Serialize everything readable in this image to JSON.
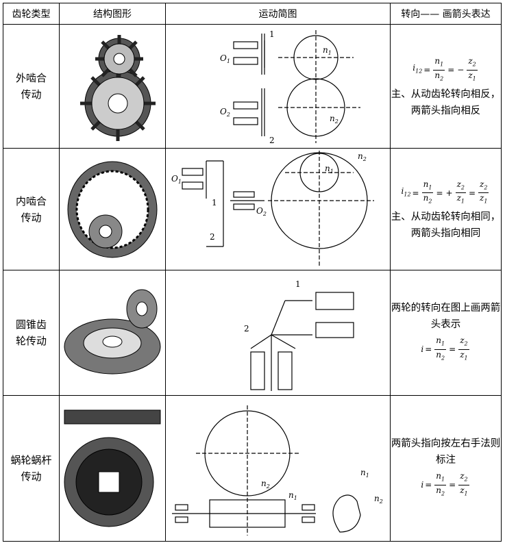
{
  "headers": {
    "type": "齿轮类型",
    "image": "结构图形",
    "diagram": "运动简图",
    "direction": "转向—— 画箭头表达"
  },
  "rows": [
    {
      "type_line1": "外啮合",
      "type_line2": "传动",
      "note": "主、从动齿轮转向相反，两箭头指向相反"
    },
    {
      "type_line1": "内啮合",
      "type_line2": "传动",
      "note": "主、从动齿轮转向相同，两箭头指向相同"
    },
    {
      "type_line1": "圆锥齿",
      "type_line2": "轮传动",
      "note": "两轮的转向在图上画两箭头表示"
    },
    {
      "type_line1": "蜗轮蜗杆",
      "type_line2": "传动",
      "note": "两箭头指向按左右手法则标注"
    }
  ],
  "formula": {
    "i12": "i",
    "i12_sub": "12",
    "n1": "n",
    "n1_sub": "1",
    "n2": "n",
    "n2_sub": "2",
    "z1": "z",
    "z1_sub": "1",
    "z2": "z",
    "z2_sub": "2",
    "minus": "−",
    "plus": "+",
    "eq": "="
  },
  "diagram_labels": {
    "one": "1",
    "two": "2",
    "o1": "O",
    "o1_sub": "1",
    "o2": "O",
    "o2_sub": "2",
    "n1": "n",
    "n1_sub": "1",
    "n2": "n",
    "n2_sub": "2"
  }
}
